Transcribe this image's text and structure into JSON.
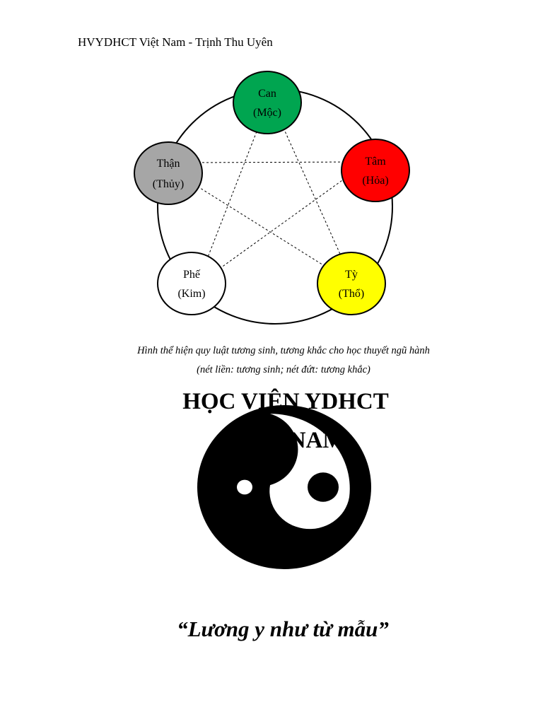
{
  "header": {
    "text": "HVYDHCT Việt Nam - Trịnh Thu Uyên"
  },
  "diagram": {
    "nodes": [
      {
        "id": "can",
        "line1": "Can",
        "line2": "(Mộc)",
        "color": "#00a550"
      },
      {
        "id": "tam",
        "line1": "Tâm",
        "line2": "(Hỏa)",
        "color": "#ff0000"
      },
      {
        "id": "ty",
        "line1": "Tỳ",
        "line2": "(Thổ)",
        "color": "#ffff00"
      },
      {
        "id": "phe",
        "line1": "Phế",
        "line2": "(Kim)",
        "color": "#ffffff"
      },
      {
        "id": "than",
        "line1": "Thận",
        "line2": "(Thủy)",
        "color": "#a6a6a6"
      }
    ]
  },
  "caption": {
    "line1": "Hình thể hiện quy luật tương sinh, tương khắc cho học thuyết ngũ hành",
    "line2": "(nét liền: tương sinh; nét đứt: tương khắc)"
  },
  "title": {
    "line1": "HỌC VIỆN YDHCT",
    "line2": "VIỆT NAM"
  },
  "motto": "“Lương y như từ mẫu”"
}
